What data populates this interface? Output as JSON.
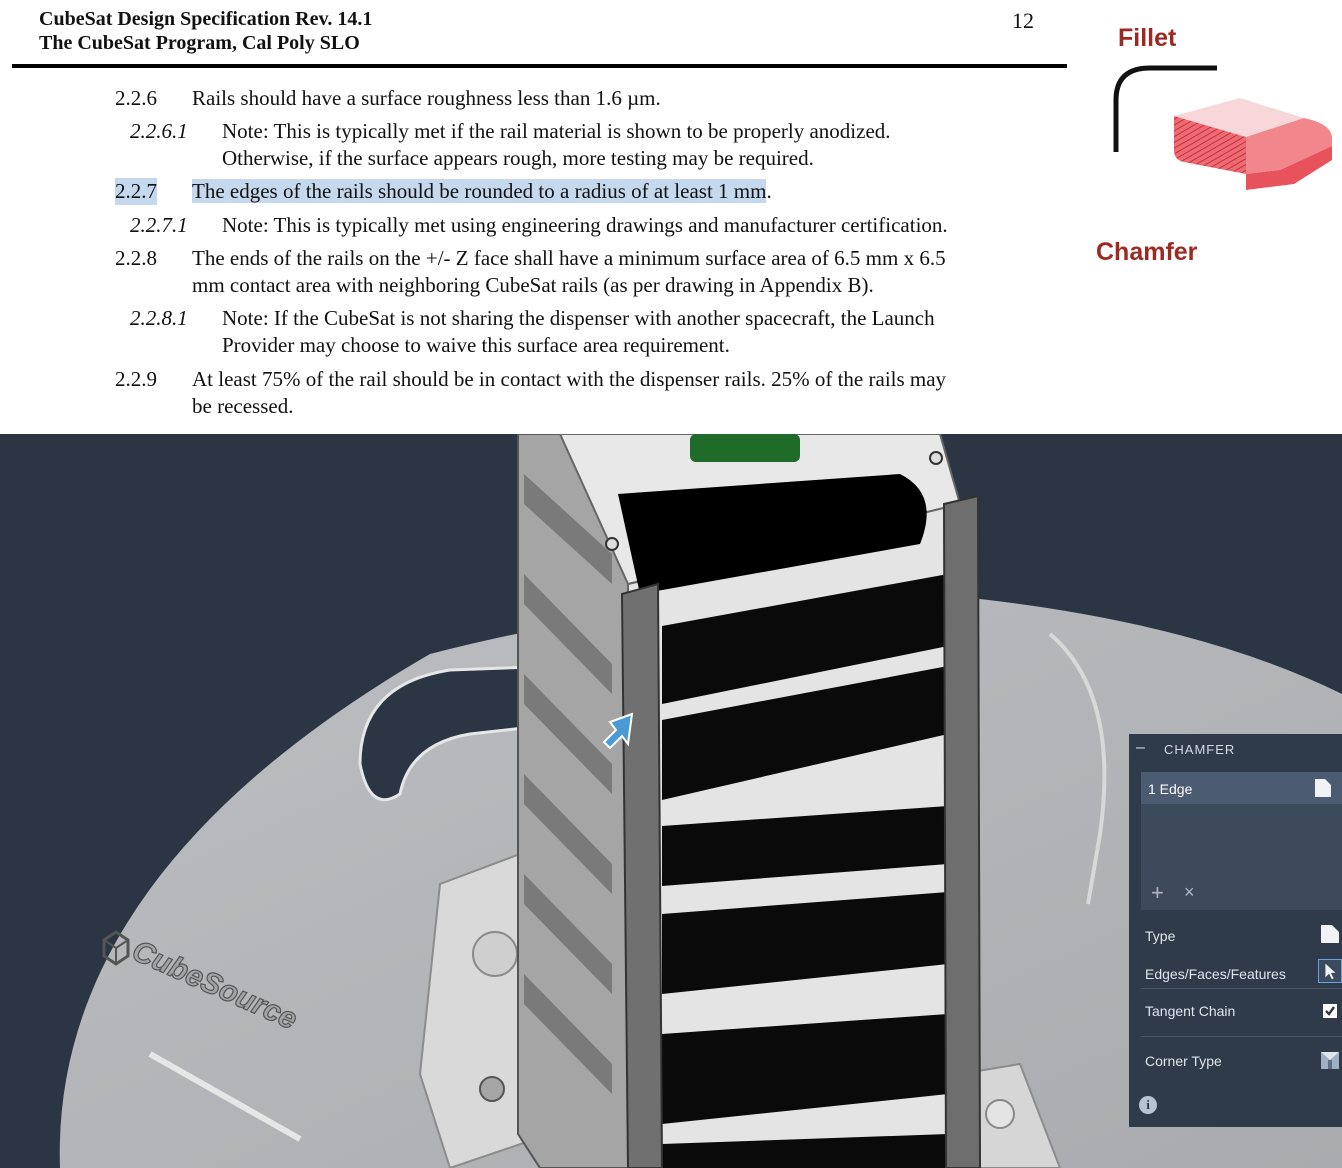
{
  "document": {
    "header_line1": "CubeSat Design Specification Rev. 14.1",
    "header_line2": "The CubeSat Program, Cal Poly SLO",
    "page_number": "12",
    "sections": [
      {
        "num": "2.2.6",
        "text": "Rails should have a surface roughness less than 1.6 µm."
      },
      {
        "num": "2.2.6.1",
        "line1": "Note: This is typically met if the rail material is shown to be properly anodized.",
        "line2": "Otherwise, if the surface appears rough, more testing may be required."
      },
      {
        "num": "2.2.7",
        "text_a": "The edges of the rails should ",
        "text_b": "be rounded to a radius of at least 1 mm",
        "text_c": "."
      },
      {
        "num": "2.2.7.1",
        "text": "Note: This is typically met using engineering drawings and manufacturer certification."
      },
      {
        "num": "2.2.8",
        "line1": "The ends of the rails on the +/- Z face shall have a minimum surface area of 6.5 mm x 6.5",
        "line2": "mm contact area with neighboring CubeSat rails (as per drawing in Appendix B)."
      },
      {
        "num": "2.2.8.1",
        "line1": "Note: If the CubeSat is not sharing the dispenser with another spacecraft, the Launch",
        "line2": "Provider may choose to waive this surface area requirement."
      },
      {
        "num": "2.2.9",
        "line1": "At least 75% of the rail should be in contact with the dispenser rails. 25% of the rails may",
        "line2": "be recessed."
      }
    ]
  },
  "illustration": {
    "fillet_label": "Fillet",
    "chamfer_label": "Chamfer",
    "accent_color": "#9c2a22",
    "block_color": "#e8525c"
  },
  "viewport": {
    "engraved_text": "CubeSource",
    "background_color": "#2b3544"
  },
  "chamfer_panel": {
    "collapse_glyph": "–",
    "title": "CHAMFER",
    "selection_label": "1 Edge",
    "add_glyph": "+",
    "remove_glyph": "×",
    "properties": {
      "type": "Type",
      "edges": "Edges/Faces/Features",
      "tangent_chain": "Tangent Chain",
      "corner_type": "Corner Type"
    },
    "tangent_chain_checked": true,
    "info_glyph": "i"
  }
}
